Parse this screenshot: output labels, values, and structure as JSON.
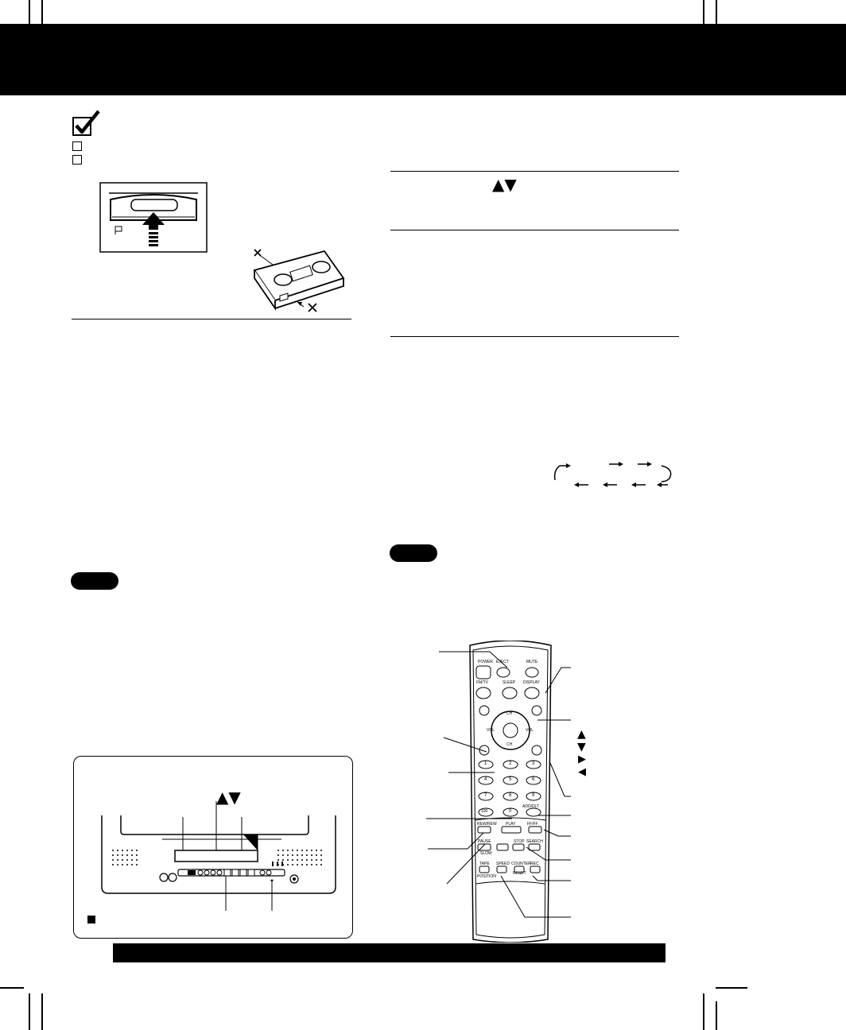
{
  "page": {
    "background": "#ffffff",
    "ink": "#000000"
  },
  "icons": {
    "checklist": "checkmark-box-icon",
    "arrows_updown": "▲▼",
    "arrow_up": "▲",
    "arrow_down": "▼",
    "arrow_right": "▶",
    "arrow_left": "◀"
  },
  "remote": {
    "buttons": {
      "power": "POWER",
      "eject": "EJECT",
      "mute": "MUTE",
      "fmtv": "FM/TV",
      "sleep": "SLEEP",
      "display": "DISPLAY",
      "ch": "CH",
      "vol": "VOL",
      "n1": "1",
      "n2": "2",
      "n3": "3",
      "n4": "4",
      "n5": "5",
      "n6": "6",
      "n7": "7",
      "n8": "8",
      "n9": "9",
      "n100": "100",
      "n0": "0",
      "addclt": "ADD/DLT",
      "rewind": "REW/REW",
      "play": "PLAY",
      "ff": "FF/FF",
      "pause": "PAUSE",
      "slow": "SLOW",
      "search": "SEARCH",
      "stop": "STOP",
      "tape": "TAPE",
      "position": "POSITION",
      "speed": "SPEED",
      "counter": "COUNTER",
      "reset": "RESET",
      "rec": "REC"
    }
  }
}
